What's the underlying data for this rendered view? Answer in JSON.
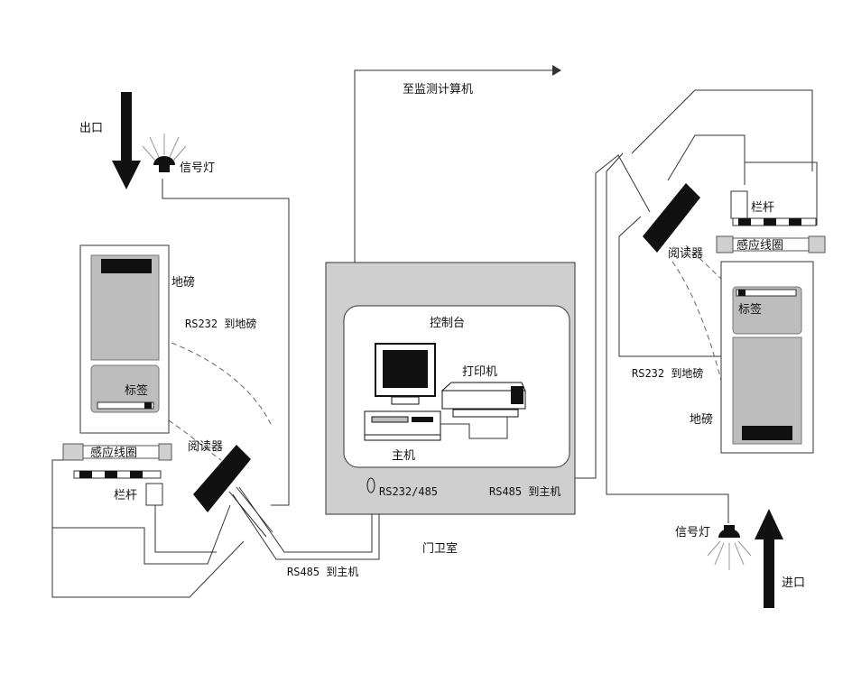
{
  "labels": {
    "exit": "出口",
    "entry": "进口",
    "signal_light_left": "信号灯",
    "signal_light_right": "信号灯",
    "scale_left": "地磅",
    "scale_right": "地磅",
    "tag_left": "标签",
    "tag_right": "标签",
    "coil_left": "感应线圈",
    "coil_right": "感应线圈",
    "barrier_left": "栏杆",
    "barrier_right": "栏杆",
    "reader_left": "阅读器",
    "reader_right": "阅读器",
    "rs232_left": "RS232 到地磅",
    "rs232_right": "RS232 到地磅",
    "rs485_left": "RS485 到主机",
    "rs485_right": "RS485 到主机",
    "to_monitor": "至监测计算机",
    "console": "控制台",
    "printer": "打印机",
    "host": "主机",
    "rs232_485": "RS232/485",
    "guard_room": "门卫室"
  },
  "colors": {
    "panel_gray": "#bdbdbd",
    "dark": "#111111",
    "room_gray": "#cfcfcf"
  }
}
